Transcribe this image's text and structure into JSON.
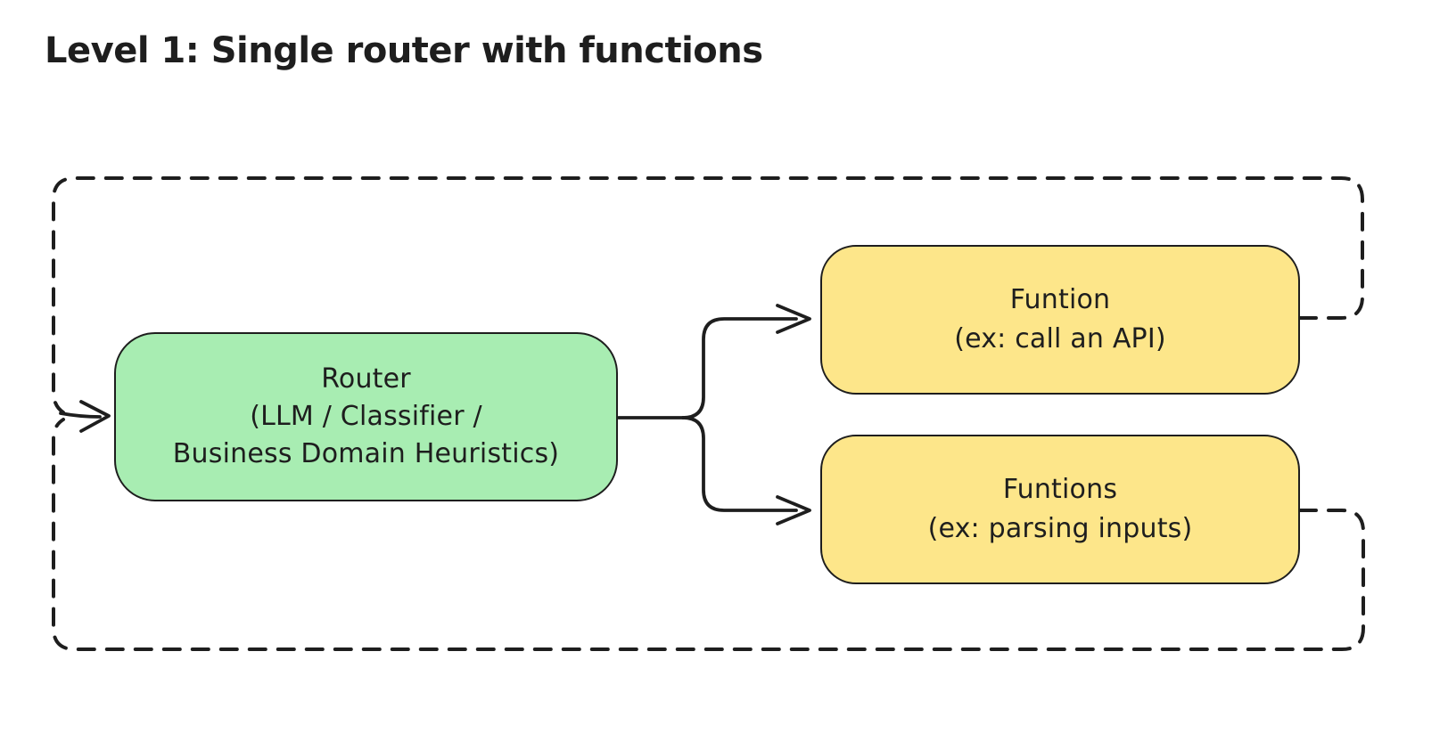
{
  "title": "Level 1: Single router with functions",
  "colors": {
    "stroke": "#1e1e1e",
    "router_fill": "#a8edb2",
    "function_fill": "#fde68a",
    "background": "#ffffff"
  },
  "nodes": {
    "router": {
      "lines": [
        "Router",
        "(LLM / Classifier /",
        "Business Domain Heuristics)"
      ]
    },
    "function_top": {
      "lines": [
        "Funtion",
        "(ex: call an API)"
      ]
    },
    "function_bottom": {
      "lines": [
        "Funtions",
        "(ex: parsing inputs)"
      ]
    }
  },
  "edges": [
    {
      "from": "input",
      "to": "router",
      "style": "solid-arrow"
    },
    {
      "from": "router",
      "to": "function_top",
      "style": "solid-arrow"
    },
    {
      "from": "router",
      "to": "function_bottom",
      "style": "solid-arrow"
    },
    {
      "from": "function_top",
      "to": "input",
      "style": "dashed-feedback-loop"
    },
    {
      "from": "function_bottom",
      "to": "input",
      "style": "dashed-feedback-loop"
    }
  ]
}
